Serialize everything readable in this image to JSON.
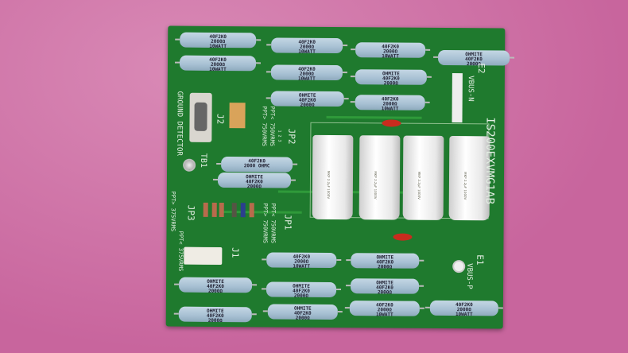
{
  "board": {
    "part_number": "IS200EXVMG1AB",
    "labels": {
      "ground_detector": "GROUND DETECTOR",
      "e2": "E2",
      "vbus_n": "VBUS-N",
      "e1": "E1",
      "vbus_p": "VBUS-P",
      "jp1": "JP1",
      "jp2": "JP2",
      "jp3": "JP3",
      "j1": "J1",
      "j2": "J2",
      "tb1": "TB1",
      "ppt_750_a": "PPT> 750VRMS",
      "ppt_750_b": "PPT< 750VRMS",
      "ppt_375_a": "PPT> 375VRMS",
      "ppt_375_b": "PPT< 375VRMS",
      "jumper_pins": "1 2 3"
    },
    "resistor_text": {
      "type_a": "40F2K0\n2000Ω\n10WATT",
      "type_b": "OHMITE\n40F2K0\n2000Ω",
      "type_c": "40F2K0\n2000 OHMC"
    },
    "capacitor_text": "MKP\n2.2µF\n1000V",
    "colors": {
      "board": "#1f7a2e",
      "background": "#cf72a6",
      "resistor": "#a7c0d3"
    }
  }
}
